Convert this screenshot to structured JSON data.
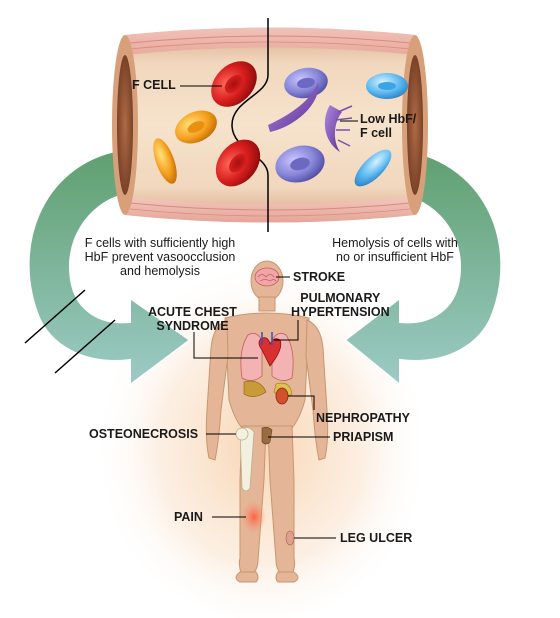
{
  "vessel_labels": {
    "f_cell": "F CELL",
    "low_hbf": "Low HbF/\nF cell"
  },
  "captions": {
    "left": "F cells with sufficiently high\nHbF prevent vasoocclusion\nand hemolysis",
    "right": "Hemolysis of cells with\nno or insufficient HbF"
  },
  "complications": {
    "stroke": "STROKE",
    "pulmonary_hypertension": "PULMONARY\nHYPERTENSION",
    "acute_chest_syndrome": "ACUTE CHEST\nSYNDROME",
    "nephropathy": "NEPHROPATHY",
    "osteonecrosis": "OSTEONECROSIS",
    "priapism": "PRIAPISM",
    "pain": "PAIN",
    "leg_ulcer": "LEG ULCER"
  },
  "colors": {
    "vessel_wall": "#e8c9a6",
    "vessel_lumen": "#f3dcc0",
    "normal_rbc": "#d81e1e",
    "sickle_cell": "#7a4fb0",
    "deoxygenated_rbc": "#8a86d8",
    "arrow_green": "#6fae8c",
    "arrow_teal": "#8cc4c0",
    "skin": "#e4b596"
  }
}
